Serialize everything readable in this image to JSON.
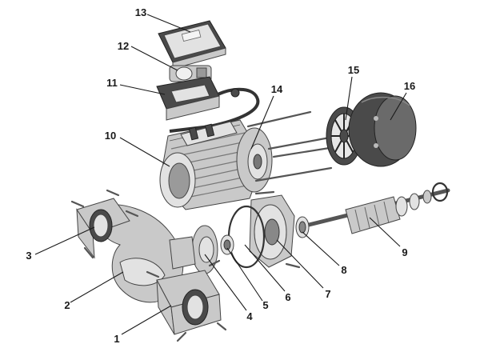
{
  "diagram": {
    "callouts": [
      {
        "id": "c1",
        "label": "1"
      },
      {
        "id": "c2",
        "label": "2"
      },
      {
        "id": "c3",
        "label": "3"
      },
      {
        "id": "c4",
        "label": "4"
      },
      {
        "id": "c5",
        "label": "5"
      },
      {
        "id": "c6",
        "label": "6"
      },
      {
        "id": "c7",
        "label": "7"
      },
      {
        "id": "c8",
        "label": "8"
      },
      {
        "id": "c9",
        "label": "9"
      },
      {
        "id": "c10",
        "label": "10"
      },
      {
        "id": "c11",
        "label": "11"
      },
      {
        "id": "c12",
        "label": "12"
      },
      {
        "id": "c13",
        "label": "13"
      },
      {
        "id": "c14",
        "label": "14"
      },
      {
        "id": "c15",
        "label": "15"
      },
      {
        "id": "c16",
        "label": "16"
      }
    ]
  },
  "colors": {
    "part_fill": "#c9c9c9",
    "part_dark": "#4a4a4a",
    "outline": "#444444",
    "label": "#1a1a1a"
  }
}
